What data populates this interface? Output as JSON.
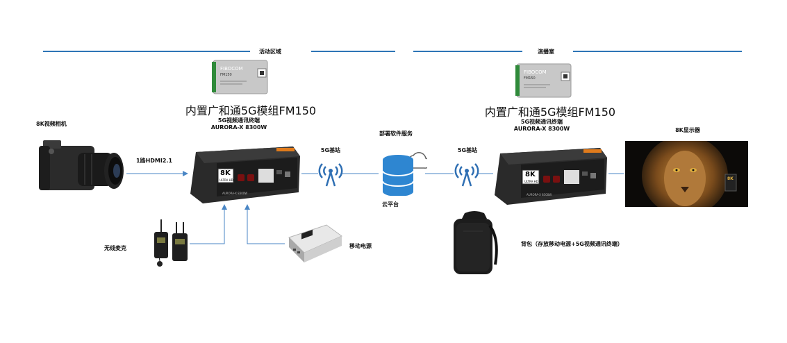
{
  "sections": {
    "left": "活动区域",
    "right": "演播室"
  },
  "module": {
    "brand": "FIBOCOM",
    "model": "FM150",
    "caption": "内置广和通5G模组FM150"
  },
  "terminal": {
    "title_line1": "5G视频通讯终端",
    "title_line2": "AURORA-X 8300W",
    "badge_main": "8K",
    "badge_sub": "ULTRA HD",
    "case_text": "AURORA-X 8300W"
  },
  "camera": {
    "label": "8K视频相机"
  },
  "link": {
    "label": "1路HDMI2.1"
  },
  "base_station": {
    "label": "5G基站"
  },
  "cloud": {
    "top_label": "部署软件服务",
    "bottom_label": "云平台"
  },
  "mic": {
    "label": "无线麦克"
  },
  "power": {
    "label": "移动电源"
  },
  "backpack": {
    "label": "背包（存放移动电源+5G视频通讯终端）"
  },
  "display": {
    "label": "8K显示器",
    "badge": "8K"
  },
  "colors": {
    "section_line": "#2e75b6",
    "connector": "#4a86c5",
    "antenna": "#2f6fb3",
    "cloud_blue": "#2e86d1",
    "module_pcb": "#c8c8c8",
    "module_edge": "#2f8a3a",
    "terminal_body": "#2a2a2a",
    "terminal_accent": "#e07b1c"
  }
}
